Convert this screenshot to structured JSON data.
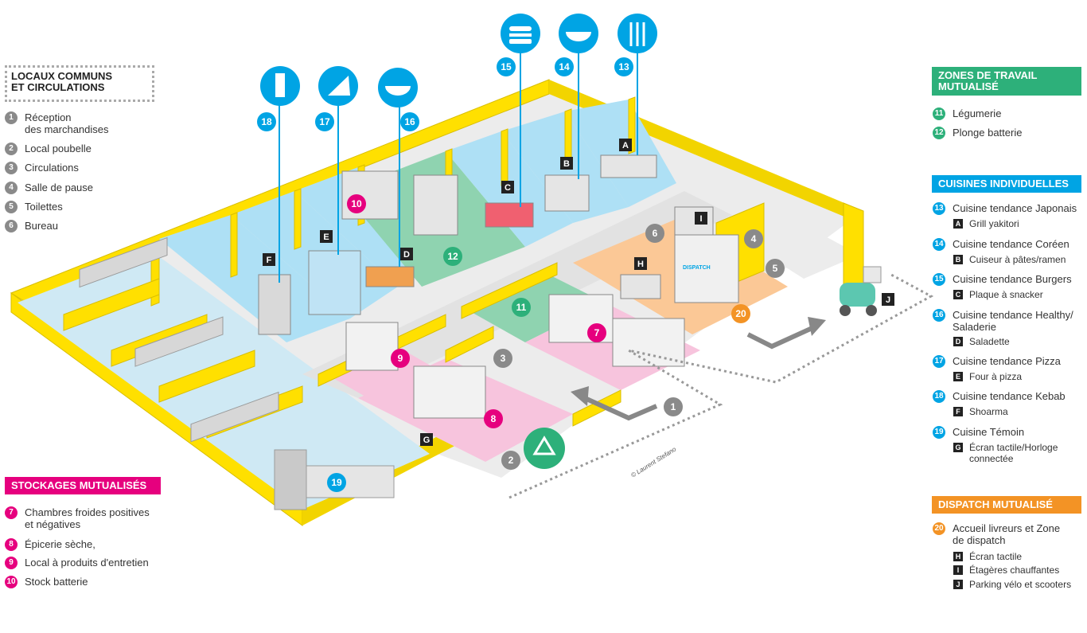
{
  "locaux": {
    "title_line1": "LOCAUX COMMUNS",
    "title_line2": "ET CIRCULATIONS",
    "items": [
      {
        "n": "1",
        "label_line1": "Réception",
        "label_line2": "des marchandises"
      },
      {
        "n": "2",
        "label_line1": "Local poubelle",
        "label_line2": ""
      },
      {
        "n": "3",
        "label_line1": "Circulations",
        "label_line2": ""
      },
      {
        "n": "4",
        "label_line1": "Salle de pause",
        "label_line2": ""
      },
      {
        "n": "5",
        "label_line1": "Toilettes",
        "label_line2": ""
      },
      {
        "n": "6",
        "label_line1": "Bureau",
        "label_line2": ""
      }
    ]
  },
  "stockages": {
    "title": "STOCKAGES MUTUALISÉS",
    "items": [
      {
        "n": "7",
        "label_line1": "Chambres froides positives",
        "label_line2": "et négatives"
      },
      {
        "n": "8",
        "label_line1": "Épicerie sèche,",
        "label_line2": ""
      },
      {
        "n": "9",
        "label_line1": "Local à produits d'entretien",
        "label_line2": ""
      },
      {
        "n": "10",
        "label_line1": "Stock batterie",
        "label_line2": ""
      }
    ]
  },
  "zones": {
    "title_line1": "ZONES DE TRAVAIL",
    "title_line2": "MUTUALISÉ",
    "items": [
      {
        "n": "11",
        "label": "Légumerie"
      },
      {
        "n": "12",
        "label": "Plonge batterie"
      }
    ]
  },
  "cuisines": {
    "title": "CUISINES INDIVIDUELLES",
    "items": [
      {
        "n": "13",
        "label_line1": "Cuisine tendance Japonais",
        "label_line2": "",
        "letter": "A",
        "equip_line1": "Grill yakitori",
        "equip_line2": ""
      },
      {
        "n": "14",
        "label_line1": "Cuisine tendance Coréen",
        "label_line2": "",
        "letter": "B",
        "equip_line1": "Cuiseur à pâtes/ramen",
        "equip_line2": ""
      },
      {
        "n": "15",
        "label_line1": "Cuisine tendance Burgers",
        "label_line2": "",
        "letter": "C",
        "equip_line1": "Plaque à snacker",
        "equip_line2": ""
      },
      {
        "n": "16",
        "label_line1": "Cuisine tendance Healthy/",
        "label_line2": "Saladerie",
        "letter": "D",
        "equip_line1": "Saladette",
        "equip_line2": ""
      },
      {
        "n": "17",
        "label_line1": "Cuisine tendance Pizza",
        "label_line2": "",
        "letter": "E",
        "equip_line1": "Four à pizza",
        "equip_line2": ""
      },
      {
        "n": "18",
        "label_line1": "Cuisine tendance Kebab",
        "label_line2": "",
        "letter": "F",
        "equip_line1": "Shoarma",
        "equip_line2": ""
      },
      {
        "n": "19",
        "label_line1": "Cuisine Témoin",
        "label_line2": "",
        "letter": "G",
        "equip_line1": "Écran tactile/Horloge",
        "equip_line2": "connectée"
      }
    ]
  },
  "dispatch": {
    "title": "DISPATCH MUTUALISÉ",
    "n": "20",
    "label_line1": "Accueil livreurs et Zone",
    "label_line2": "de dispatch",
    "equip": [
      {
        "letter": "H",
        "label": "Écran tactile"
      },
      {
        "letter": "I",
        "label": "Étagères chauffantes"
      },
      {
        "letter": "J",
        "label": "Parking vélo et scooters"
      }
    ]
  },
  "map": {
    "credit": "© Laurent Stefano",
    "dispatch_sign": "DISPATCH",
    "markers": {
      "m1": "1",
      "m2": "2",
      "m3": "3",
      "m4": "4",
      "m5": "5",
      "m6": "6",
      "m7": "7",
      "m8": "8",
      "m9": "9",
      "m10": "10",
      "m11": "11",
      "m12": "12",
      "m13": "13",
      "m14": "14",
      "m15": "15",
      "m16": "16",
      "m17": "17",
      "m18": "18",
      "m19": "19",
      "m20": "20",
      "A": "A",
      "B": "B",
      "C": "C",
      "D": "D",
      "E": "E",
      "F": "F",
      "G": "G",
      "H": "H",
      "I": "I",
      "J": "J"
    }
  },
  "colors": {
    "wall": "#ffe000",
    "grey": "#8a8a8a",
    "green": "#2db07a",
    "blue": "#00a4e4",
    "pink": "#e6007e",
    "orange": "#f39325",
    "kitchen_floor": "#aee0f5",
    "zone_floor": "#8fd3b0",
    "stock_floor": "#f7c4dd",
    "dispatch_floor": "#fbc896",
    "corridor_floor": "#e8e8e8"
  },
  "icons": [
    "kebab-icon",
    "pizza-icon",
    "salad-bowl-icon",
    "burger-icon",
    "ramen-bowl-icon",
    "yakitori-icon",
    "recycle-icon",
    "scooter-icon"
  ]
}
